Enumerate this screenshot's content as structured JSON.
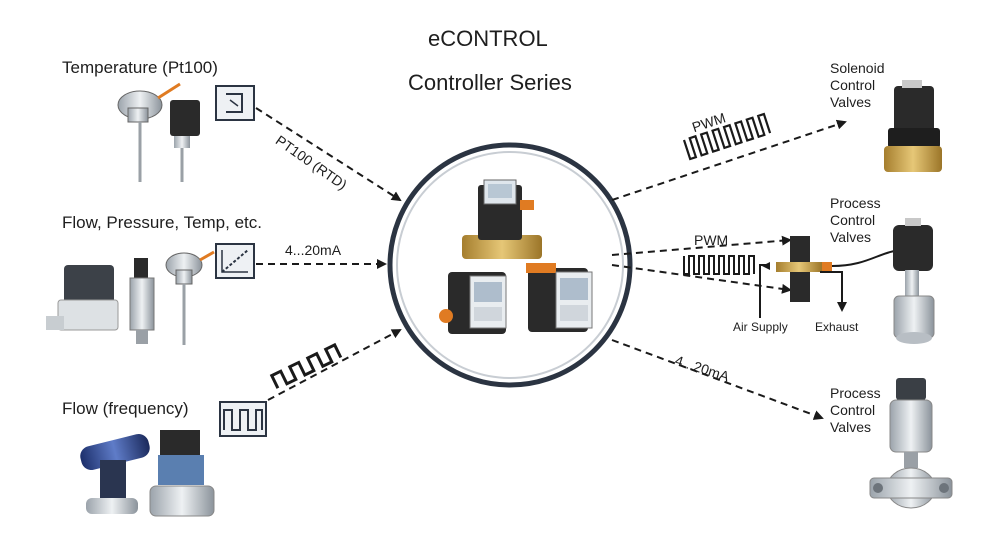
{
  "title": {
    "line1": "eCONTROL",
    "line2": "Controller Series"
  },
  "inputs": [
    {
      "label": "Temperature (Pt100)",
      "signal": "PT100 (RTD)",
      "symbol": "rtd-symbol-icon"
    },
    {
      "label": "Flow, Pressure, Temp, etc.",
      "signal": "4...20mA",
      "symbol": "analog-ramp-symbol-icon"
    },
    {
      "label": "Flow (frequency)",
      "signal": "",
      "symbol": "pulse-train-symbol-icon"
    }
  ],
  "outputs": [
    {
      "label_lines": [
        "Solenoid",
        "Control",
        "Valves"
      ],
      "signal": "PWM"
    },
    {
      "label_lines": [
        "Process",
        "Control",
        "Valves"
      ],
      "signal": "PWM",
      "sublabels": [
        "Air Supply",
        "Exhaust"
      ]
    },
    {
      "label_lines": [
        "Process",
        "Control",
        "Valves"
      ],
      "signal": "4...20mA"
    }
  ],
  "colors": {
    "ring": "#2b3442",
    "ring_fill": "#ffffff",
    "arrow": "#1a1a1a",
    "device_dark": "#2a2a2a",
    "brass": "#c9a24a",
    "orange": "#e07b22"
  }
}
